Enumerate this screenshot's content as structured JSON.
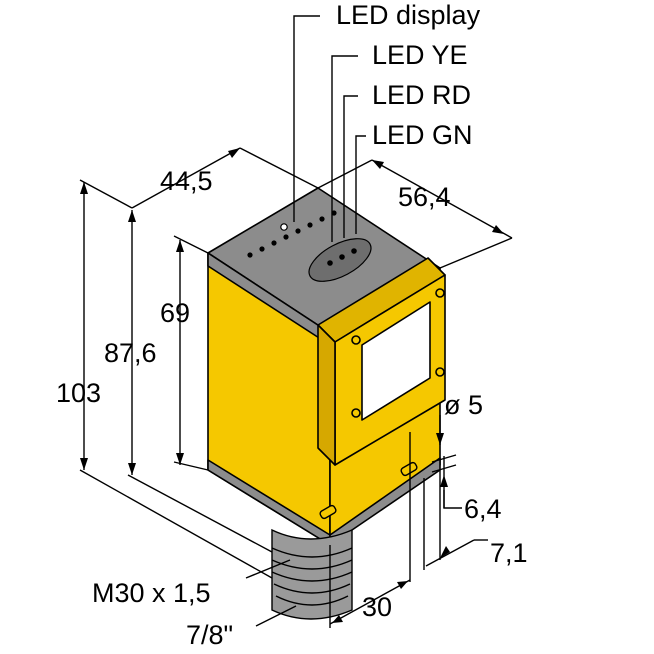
{
  "labels": {
    "led_display": "LED display",
    "led_ye": "LED YE",
    "led_rd": "LED RD",
    "led_gn": "LED GN",
    "dim_44_5": "44,5",
    "dim_56_4": "56,4",
    "dim_69": "69",
    "dim_87_6": "87,6",
    "dim_103": "103",
    "dim_dia_5": "ø 5",
    "dim_6_4": "6,4",
    "dim_7_1": "7,1",
    "dim_30": "30",
    "thread_m30": "M30 x 1,5",
    "thread_7_8": "7/8\""
  },
  "colors": {
    "housing_yellow": "#f5c800",
    "top_gray": "#8c8c8c",
    "top_gray_dark": "#6e6e6e",
    "connector_gray": "#9a9a9a",
    "lens_white": "#ffffff",
    "outline": "#000000"
  }
}
